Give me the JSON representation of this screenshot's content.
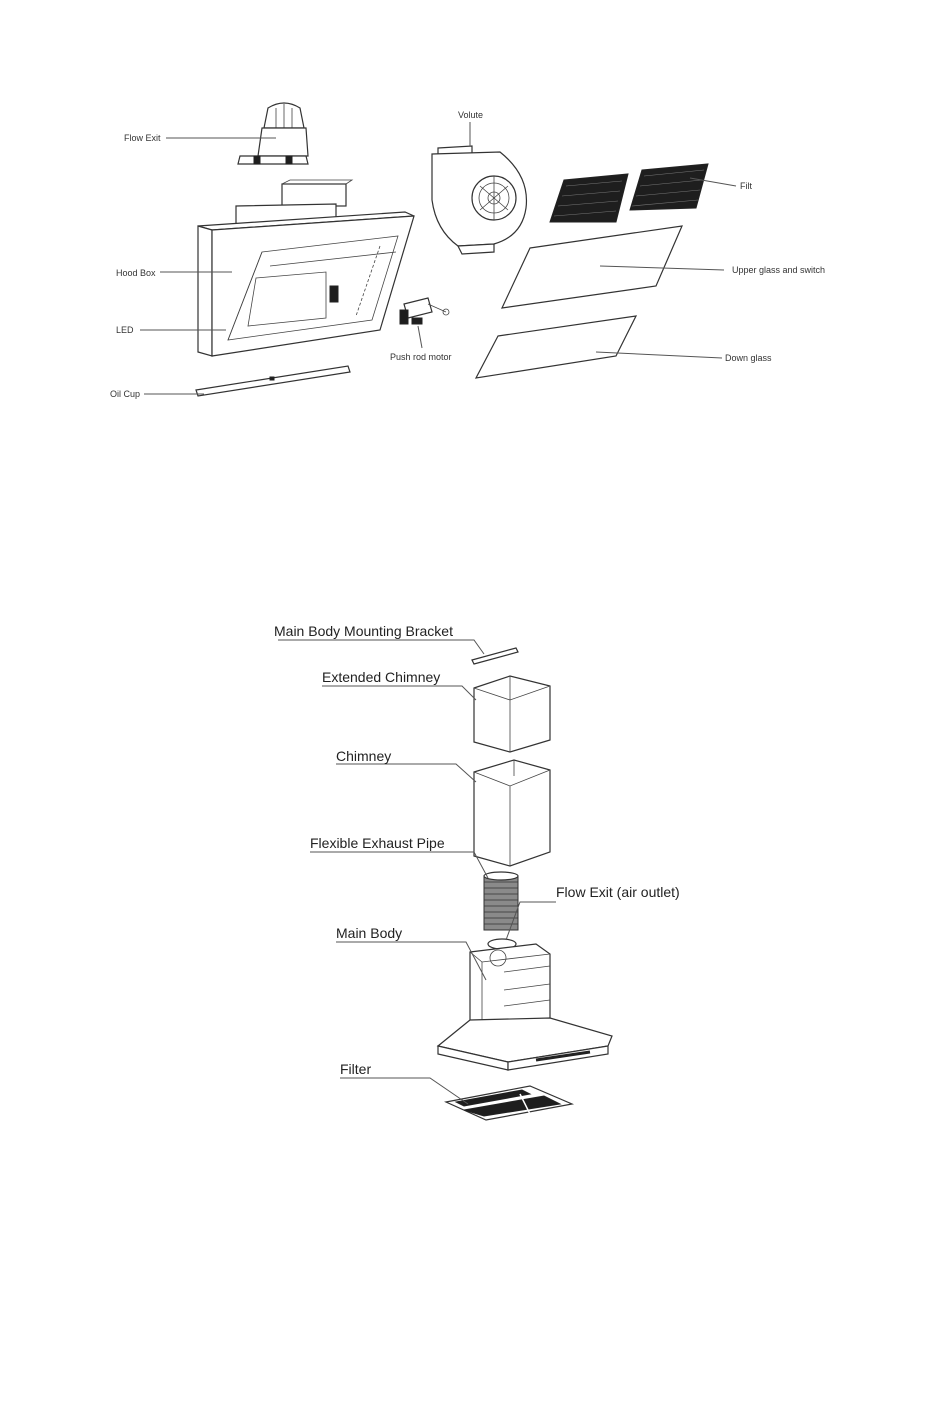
{
  "diagram1": {
    "labels": {
      "flow_exit": "Flow Exit",
      "hood_box": "Hood Box",
      "led": "LED",
      "oil_cup": "Oil Cup",
      "volute": "Volute",
      "push_rod_motor": "Push rod motor",
      "filt": "Filt",
      "upper_glass": "Upper glass and switch",
      "down_glass": "Down glass"
    }
  },
  "diagram2": {
    "labels": {
      "bracket": "Main Body Mounting Bracket",
      "extended_chimney": "Extended Chimney",
      "chimney": "Chimney",
      "exhaust_pipe": "Flexible Exhaust Pipe",
      "flow_exit": "Flow Exit (air outlet)",
      "main_body": "Main Body",
      "filter": "Filter"
    }
  }
}
